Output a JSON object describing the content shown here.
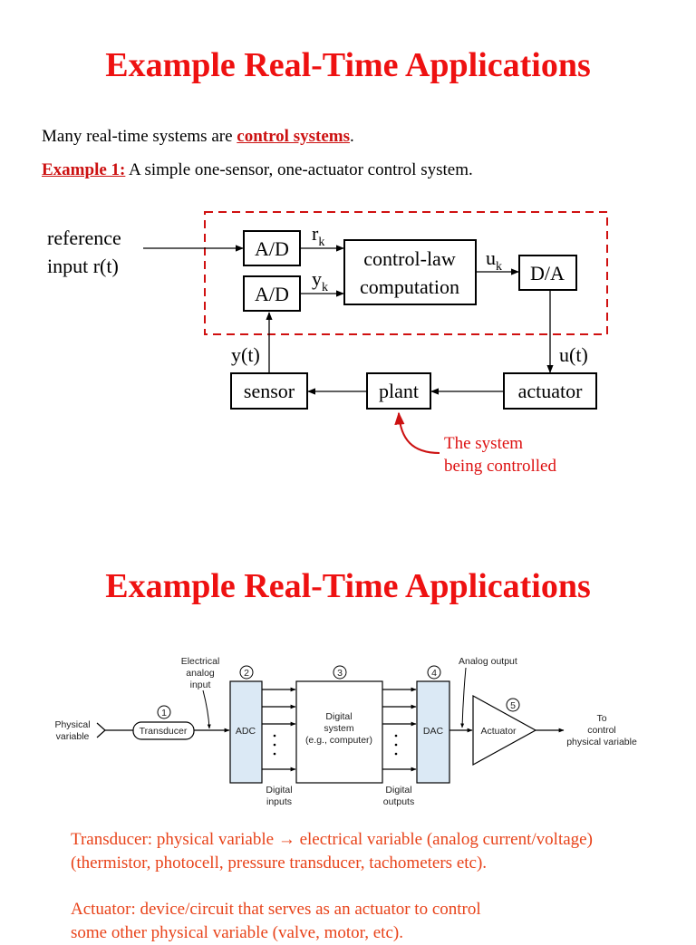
{
  "slide1": {
    "title": "Example Real-Time Applications",
    "intro_prefix": "Many real-time systems are ",
    "intro_link": "control systems",
    "intro_suffix": ".",
    "example_label": "Example 1:",
    "example_text": " A simple one-sensor, one-actuator control system.",
    "diagram": {
      "reference_line1": "reference",
      "reference_line2": "input r(t)",
      "ad1": "A/D",
      "ad2": "A/D",
      "rk_base": "r",
      "rk_sub": "k",
      "yk_base": "y",
      "yk_sub": "k",
      "uk_base": "u",
      "uk_sub": "k",
      "control_line1": "control-law",
      "control_line2": "computation",
      "da": "D/A",
      "ut": "u(t)",
      "yt": "y(t)",
      "sensor": "sensor",
      "plant": "plant",
      "actuator": "actuator",
      "annotation_line1": "The system",
      "annotation_line2": "being controlled"
    }
  },
  "slide2": {
    "title": "Example Real-Time Applications",
    "diagram": {
      "physical_variable_line1": "Physical",
      "physical_variable_line2": "variable",
      "electrical_line1": "Electrical",
      "electrical_line2": "analog",
      "electrical_line3": "input",
      "step1": "1",
      "step2": "2",
      "step3": "3",
      "step4": "4",
      "step5": "5",
      "transducer": "Transducer",
      "adc": "ADC",
      "digital_system_line1": "Digital",
      "digital_system_line2": "system",
      "digital_system_line3": "(e.g., computer)",
      "dac": "DAC",
      "analog_output": "Analog output",
      "actuator": "Actuator",
      "to_line1": "To",
      "to_line2": "control",
      "to_line3": "physical variable",
      "digital_inputs_line1": "Digital",
      "digital_inputs_line2": "inputs",
      "digital_outputs_line1": "Digital",
      "digital_outputs_line2": "outputs"
    },
    "transducer_note_line1": "Transducer: physical variable → electrical variable (analog current/voltage)",
    "transducer_note_line2": "(thermistor, photocell, pressure transducer, tachometers etc).",
    "actuator_note_line1": "Actuator: device/circuit that serves as an actuator to control",
    "actuator_note_line2": "some other physical variable (valve, motor, etc)."
  }
}
